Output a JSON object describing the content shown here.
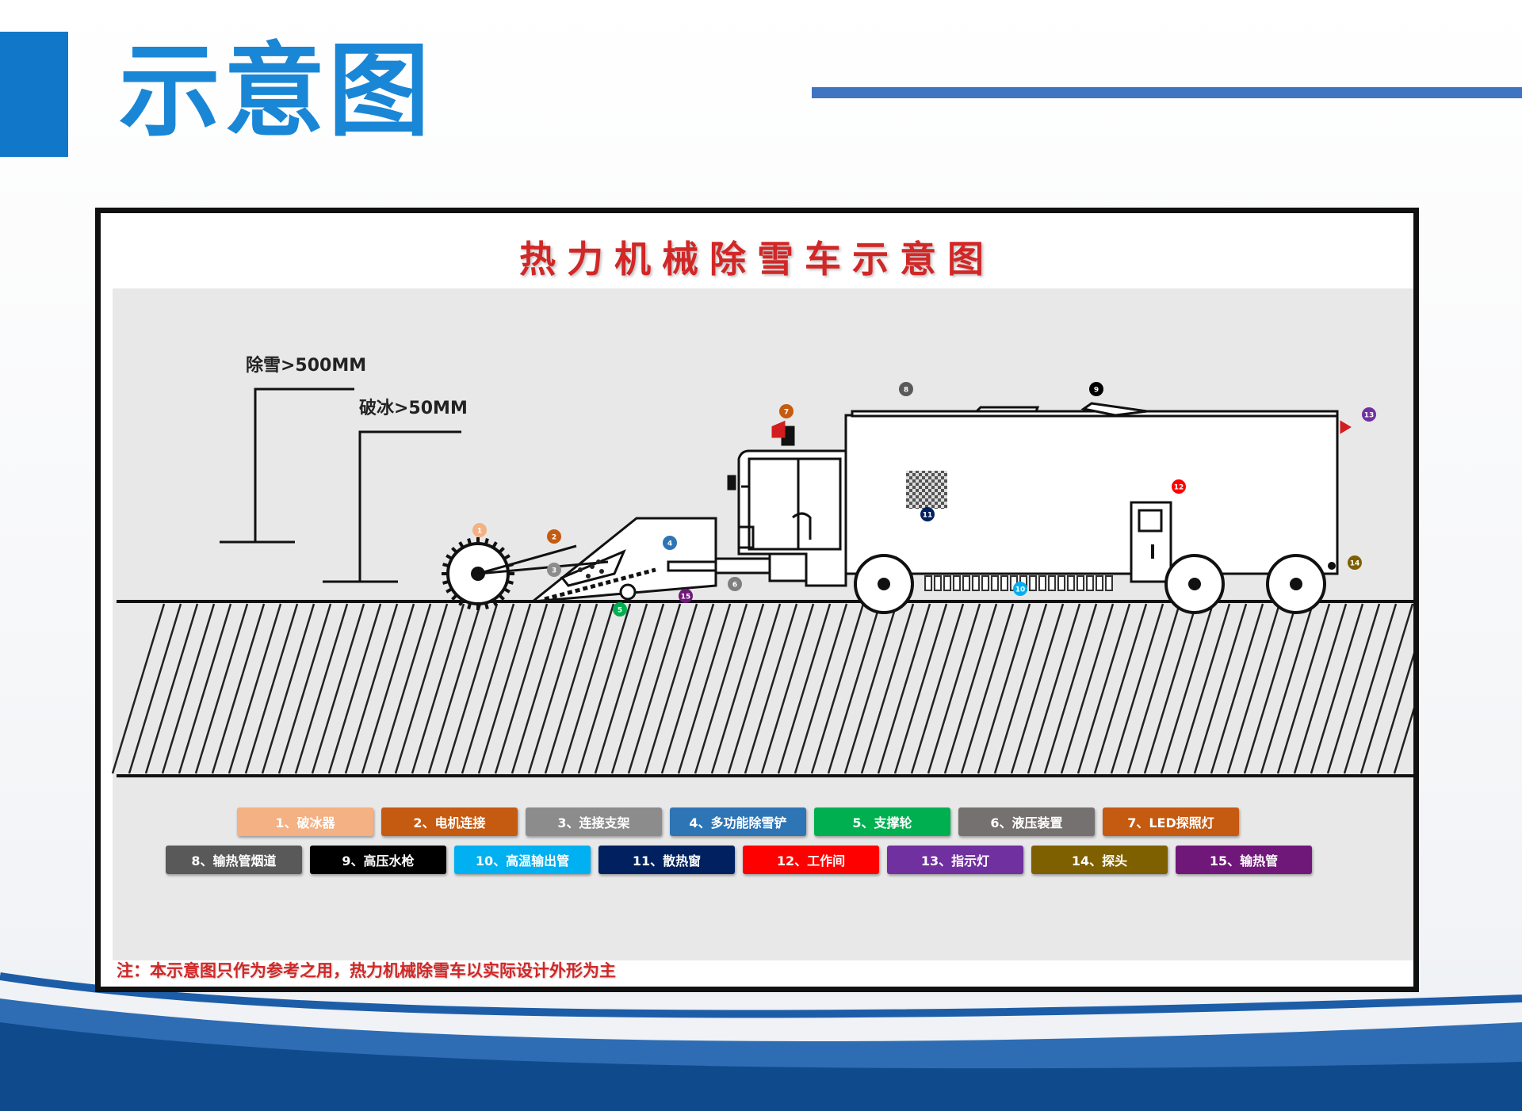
{
  "slide": {
    "title": "示意图"
  },
  "diagram": {
    "title": "热力机械除雪车示意图",
    "snow_depth_label": "除雪>500MM",
    "ice_depth_label": "破冰>50MM",
    "markers": [
      {
        "n": "1",
        "color": "#f4b183"
      },
      {
        "n": "2",
        "color": "#c55a11"
      },
      {
        "n": "3",
        "color": "#8c8c8c"
      },
      {
        "n": "4",
        "color": "#2e75b6"
      },
      {
        "n": "5",
        "color": "#00b050"
      },
      {
        "n": "6",
        "color": "#7f7f7f"
      },
      {
        "n": "7",
        "color": "#c55a11"
      },
      {
        "n": "8",
        "color": "#595959"
      },
      {
        "n": "9",
        "color": "#000000"
      },
      {
        "n": "10",
        "color": "#00b0f0"
      },
      {
        "n": "11",
        "color": "#002060"
      },
      {
        "n": "12",
        "color": "#ff0000"
      },
      {
        "n": "13",
        "color": "#7030a0"
      },
      {
        "n": "14",
        "color": "#7f6000"
      },
      {
        "n": "15",
        "color": "#70187a"
      }
    ]
  },
  "legend": [
    {
      "label": "1、破冰器",
      "color": "#f4b183"
    },
    {
      "label": "2、电机连接",
      "color": "#c55a11"
    },
    {
      "label": "3、连接支架",
      "color": "#8c8c8c"
    },
    {
      "label": "4、多功能除雪铲",
      "color": "#2e75b6"
    },
    {
      "label": "5、支撑轮",
      "color": "#00b050"
    },
    {
      "label": "6、液压装置",
      "color": "#767171"
    },
    {
      "label": "7、LED探照灯",
      "color": "#c55a11"
    },
    {
      "label": "8、输热管烟道",
      "color": "#595959"
    },
    {
      "label": "9、高压水枪",
      "color": "#000000"
    },
    {
      "label": "10、高温输出管",
      "color": "#00b0f0"
    },
    {
      "label": "11、散热窗",
      "color": "#002060"
    },
    {
      "label": "12、工作间",
      "color": "#ff0000"
    },
    {
      "label": "13、指示灯",
      "color": "#7030a0"
    },
    {
      "label": "14、探头",
      "color": "#7f6000"
    },
    {
      "label": "15、输热管",
      "color": "#70187a"
    }
  ],
  "footnote": "注：本示意图只作为参考之用，热力机械除雪车以实际设计外形为主"
}
